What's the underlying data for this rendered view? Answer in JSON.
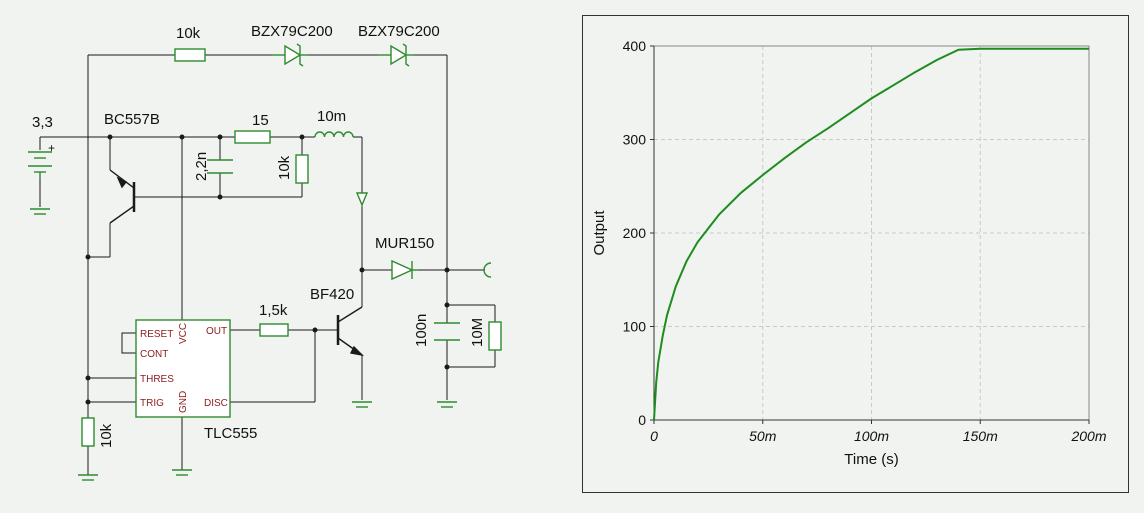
{
  "schematic": {
    "labels": {
      "r_top": "10k",
      "zener1": "BZX79C200",
      "zener2": "BZX79C200",
      "vsrc": "3,3",
      "pnp": "BC557B",
      "r15": "15",
      "inductor": "10m",
      "cap22": "2,2n",
      "r10k_gate": "10k",
      "mur": "MUR150",
      "npn": "BF420",
      "r15k": "1,5k",
      "cap100n": "100n",
      "r10m": "10M",
      "r10k_bottom": "10k",
      "ic": "TLC555"
    },
    "ic_pins": {
      "reset": "RESET",
      "cont": "CONT",
      "thres": "THRES",
      "trig": "TRIG",
      "vcc": "VCC",
      "gnd": "GND",
      "out": "OUT",
      "disc": "DISC"
    },
    "colors": {
      "wire": "#1a1a1a",
      "component": "#2e8b2e",
      "ic_pin_text": "#8b1c1c"
    }
  },
  "chart_data": {
    "type": "line",
    "xlabel": "Time (s)",
    "ylabel": "Output",
    "xlim": [
      0,
      0.2
    ],
    "ylim": [
      0,
      400
    ],
    "x_ticks": [
      0,
      0.05,
      0.1,
      0.15,
      0.2
    ],
    "x_tick_labels": [
      "0",
      "50m",
      "100m",
      "150m",
      "200m"
    ],
    "y_ticks": [
      0,
      100,
      200,
      300,
      400
    ],
    "y_tick_labels": [
      "0",
      "100",
      "200",
      "300",
      "400"
    ],
    "grid": true,
    "color": "#1e8c1e",
    "series": [
      {
        "x": [
          0,
          0.0005,
          0.001,
          0.002,
          0.004,
          0.006,
          0.01,
          0.015,
          0.02,
          0.025,
          0.03,
          0.04,
          0.05,
          0.06,
          0.07,
          0.08,
          0.09,
          0.1,
          0.11,
          0.12,
          0.13,
          0.14,
          0.15,
          0.16,
          0.18,
          0.2
        ],
        "y": [
          0,
          20,
          40,
          62,
          90,
          112,
          143,
          170,
          190,
          205,
          220,
          243,
          262,
          280,
          297,
          312,
          328,
          344,
          358,
          372,
          385,
          396,
          397,
          397,
          397,
          397
        ]
      }
    ]
  }
}
